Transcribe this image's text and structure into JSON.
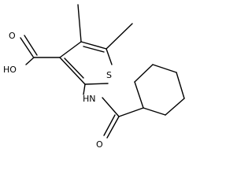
{
  "molecule": {
    "atom_labels": {
      "hydroxyl": "HO",
      "carbonyl_oxygen_acid": "O",
      "sulfur": "S",
      "amide_nitrogen": "HN",
      "carbonyl_oxygen_amide": "O"
    }
  },
  "colors": {
    "bond": "#000000",
    "background": "#ffffff"
  }
}
